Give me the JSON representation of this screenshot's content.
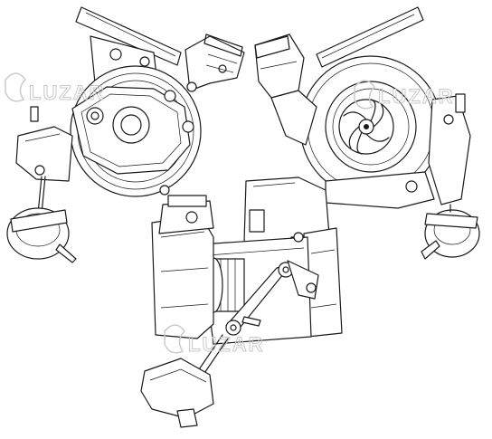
{
  "image": {
    "subject": "turbocharger-line-drawing",
    "views": [
      "compressor-side-view",
      "turbine-side-view",
      "top-view"
    ],
    "watermark_text": "LUZAR",
    "colors": {
      "line": "#1a1a1a",
      "background": "#ffffff",
      "watermark": "#c8c8c8"
    }
  }
}
